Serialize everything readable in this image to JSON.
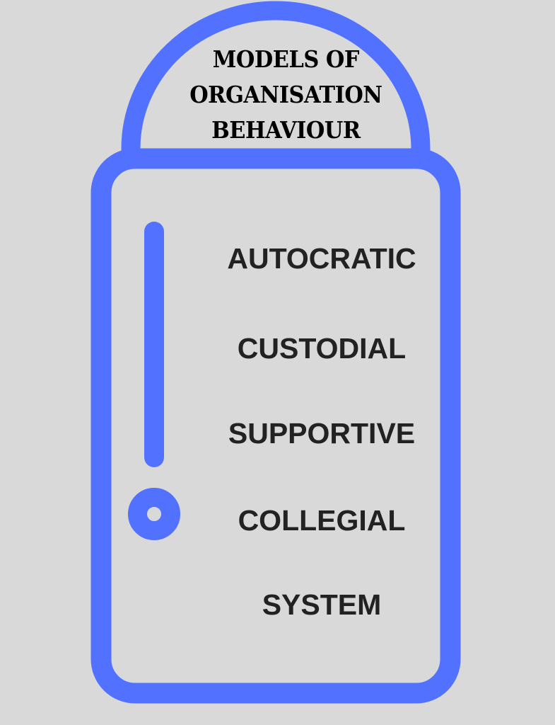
{
  "title": {
    "lines": [
      "MODELS OF",
      "ORGANISATION",
      "BEHAVIOUR"
    ]
  },
  "models": {
    "items": [
      {
        "label": "AUTOCRATIC"
      },
      {
        "label": "CUSTODIAL"
      },
      {
        "label": "SUPPORTIVE"
      },
      {
        "label": "COLLEGIAL"
      },
      {
        "label": "SYSTEM"
      }
    ]
  },
  "colors": {
    "background": "#D9D9D9",
    "outline_blue": "#5271FF",
    "title_text": "#000000",
    "item_text": "#222222"
  },
  "icons": {
    "illustration": "refrigerator-outline-icon",
    "handle": "vertical-handle-bar",
    "knob": "ring-knob-icon"
  }
}
